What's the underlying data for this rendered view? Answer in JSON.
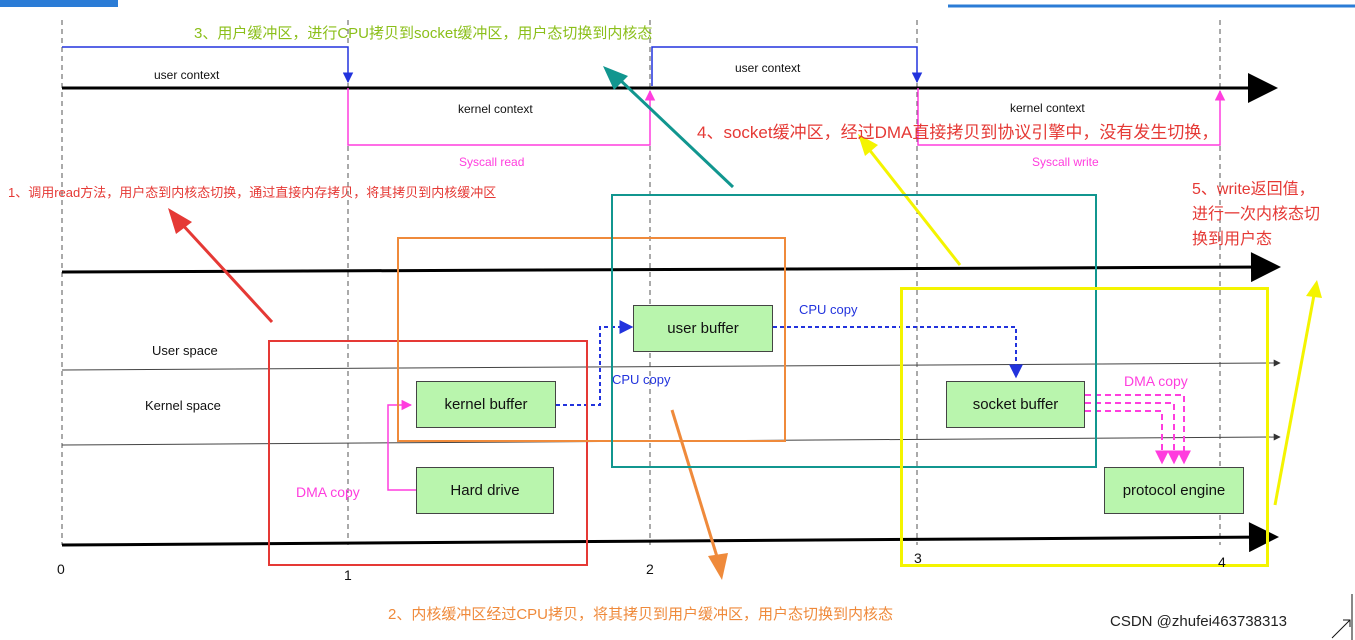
{
  "contexts": {
    "user_context_1": "user context",
    "user_context_2": "user context",
    "kernel_context_1": "kernel context",
    "kernel_context_2": "kernel context",
    "syscall_read": "Syscall read",
    "syscall_write": "Syscall write"
  },
  "spaces": {
    "user_space": "User space",
    "kernel_space": "Kernel  space"
  },
  "buffers": {
    "user_buffer": "user buffer",
    "kernel_buffer": "kernel buffer",
    "socket_buffer": "socket buffer",
    "hard_drive": "Hard drive",
    "protocol_engine": "protocol engine"
  },
  "copies": {
    "cpu_copy_1": "CPU copy",
    "cpu_copy_2": "CPU copy",
    "dma_copy_1": "DMA copy",
    "dma_copy_2": "DMA copy"
  },
  "ticks": [
    "0",
    "1",
    "2",
    "3",
    "4"
  ],
  "notes": {
    "step1": "1、调用read方法，用户态到内核态切换，通过直接内存拷贝，将其拷贝到内核缓冲区",
    "step2": "2、内核缓冲区经过CPU拷贝，将其拷贝到用户缓冲区，用户态切换到内核态",
    "step3": "3、用户缓冲区，进行CPU拷贝到socket缓冲区，用户态切换到内核态",
    "step4": "4、socket缓冲区，经过DMA直接拷贝到协议引擎中，没有发生切换，",
    "step5_line1": "5、write返回值，",
    "step5_line2": "进行一次内核态切",
    "step5_line3": "换到用户态"
  },
  "watermark": "CSDN @zhufei463738313",
  "colors": {
    "blue": "#2233dd",
    "magenta": "#ff3dde",
    "red": "#e53935",
    "orange": "#ef8a3b",
    "teal": "#11968f",
    "yellow": "#f4f400",
    "olive": "#8bbf1a",
    "box_fill": "#b9f5ad"
  }
}
